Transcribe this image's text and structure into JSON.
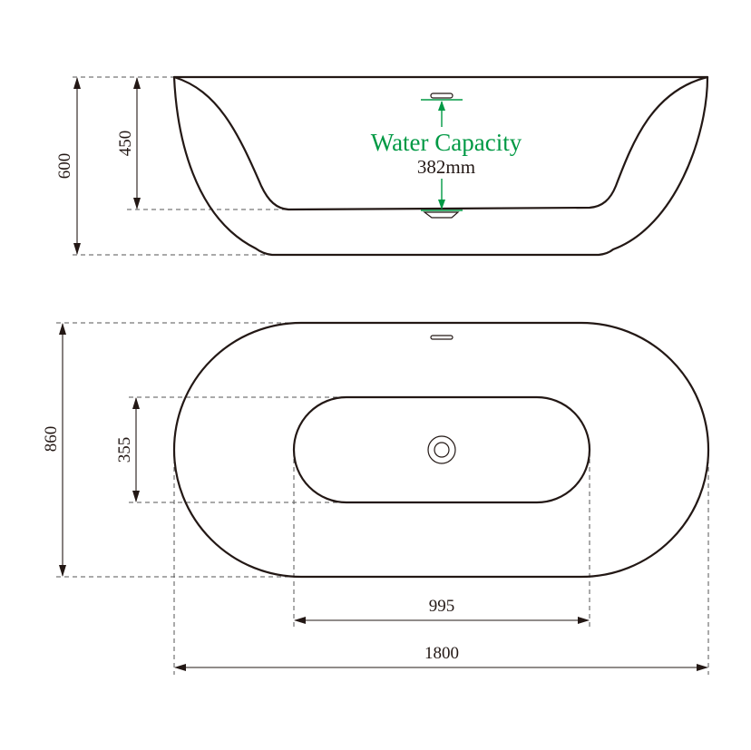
{
  "side_view": {
    "overall_height": "600",
    "inner_depth": "450"
  },
  "top_view": {
    "overall_width": "860",
    "inner_width": "355",
    "inner_length": "995",
    "overall_length": "1800"
  },
  "capacity": {
    "title": "Water Capacity",
    "value": "382mm"
  },
  "colors": {
    "outline": "#231815",
    "accent": "#009944"
  }
}
